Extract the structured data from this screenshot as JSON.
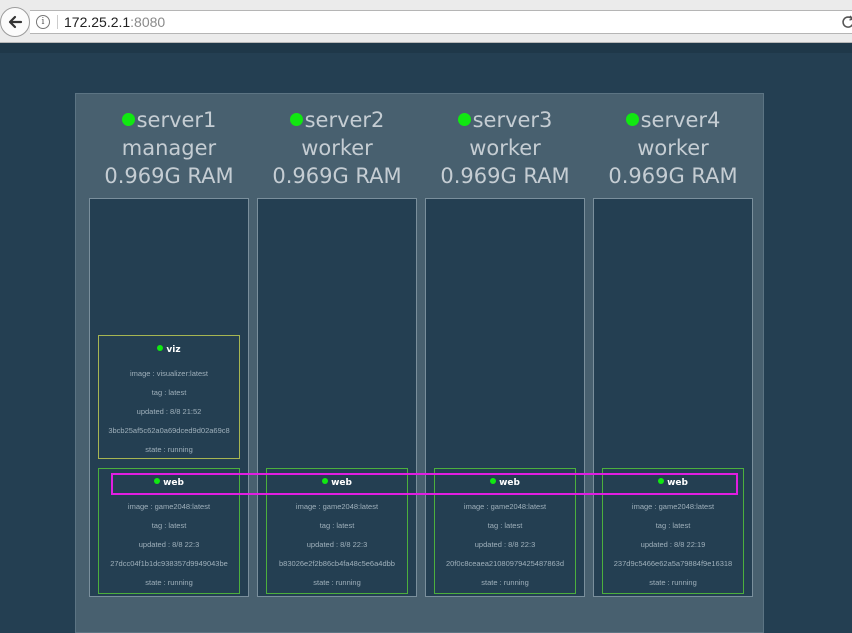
{
  "browser": {
    "url_host": "172.25.2.1",
    "url_port": ":8080"
  },
  "nodes": [
    {
      "name": "server1",
      "role": "manager",
      "ram": "0.969G RAM",
      "tasks": [
        {
          "name": "viz",
          "image": "image : visualizer:latest",
          "tag": "tag : latest",
          "updated": "updated : 8/8 21:52",
          "id": "3bcb25af5c62a0a69dced9d02a69c8",
          "state": "state : running"
        },
        {
          "name": "web",
          "image": "image : game2048:latest",
          "tag": "tag : latest",
          "updated": "updated : 8/8 22:3",
          "id": "27dcc04f1b1dc938357d9949043be",
          "state": "state : running"
        }
      ]
    },
    {
      "name": "server2",
      "role": "worker",
      "ram": "0.969G RAM",
      "tasks": [
        {
          "name": "web",
          "image": "image : game2048:latest",
          "tag": "tag : latest",
          "updated": "updated : 8/8 22:3",
          "id": "b83026e2f2b86cb4fa48c5e6a4dbb",
          "state": "state : running"
        }
      ]
    },
    {
      "name": "server3",
      "role": "worker",
      "ram": "0.969G RAM",
      "tasks": [
        {
          "name": "web",
          "image": "image : game2048:latest",
          "tag": "tag : latest",
          "updated": "updated : 8/8 22:3",
          "id": "20f0c8ceaea21080979425487863d",
          "state": "state : running"
        }
      ]
    },
    {
      "name": "server4",
      "role": "worker",
      "ram": "0.969G RAM",
      "tasks": [
        {
          "name": "web",
          "image": "image : game2048:latest",
          "tag": "tag : latest",
          "updated": "updated : 8/8 22:19",
          "id": "237d9c5466e62a5a79884f9e16318",
          "state": "state : running"
        }
      ]
    }
  ],
  "colors": {
    "status_green": "#11e811",
    "highlight": "#e11ee1"
  }
}
